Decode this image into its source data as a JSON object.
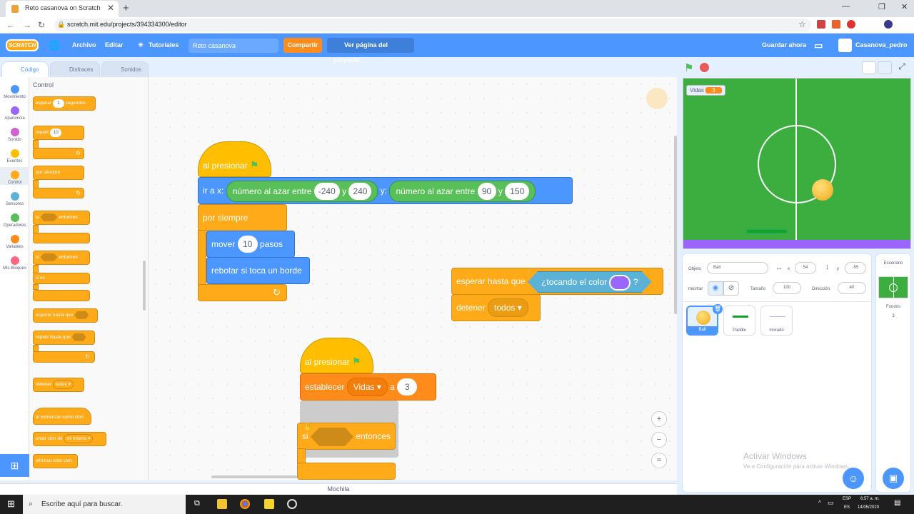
{
  "browser": {
    "tab_title": "Reto casanova on Scratch",
    "url": "scratch.mit.edu/projects/394334300/editor"
  },
  "menu": {
    "logo": "SCRATCH",
    "file": "Archivo",
    "edit": "Editar",
    "tutorials": "Tutoriales",
    "project_title": "Reto casanova",
    "share": "Compartir",
    "see_project": "Ver página del proyecto",
    "save_now": "Guardar ahora",
    "username": "Casanova_pedro"
  },
  "tabs": {
    "code": "Código",
    "costumes": "Disfraces",
    "sounds": "Sonidos"
  },
  "categories": [
    {
      "label": "Movimiento",
      "color": "#4c97ff"
    },
    {
      "label": "Apariencia",
      "color": "#9966ff"
    },
    {
      "label": "Sonido",
      "color": "#cf63cf"
    },
    {
      "label": "Eventos",
      "color": "#ffbf00"
    },
    {
      "label": "Control",
      "color": "#ffab19"
    },
    {
      "label": "Sensores",
      "color": "#5cb1d6"
    },
    {
      "label": "Operadores",
      "color": "#59c059"
    },
    {
      "label": "Variables",
      "color": "#ff8c1a"
    },
    {
      "label": "Mis Bloques",
      "color": "#ff6680"
    }
  ],
  "palette": {
    "title": "Control",
    "wait": "esperar",
    "wait_val": "1",
    "wait_unit": "segundos",
    "repeat": "repetir",
    "repeat_val": "10",
    "forever": "por siempre",
    "if_a": "si",
    "then_a": "entonces",
    "if_b": "si",
    "then_b": "entonces",
    "else": "si no",
    "wait_until": "esperar hasta que",
    "repeat_until": "repetir hasta que",
    "stop": "detener",
    "stop_val": "todos ▾",
    "clone_start": "al comenzar como clon",
    "create_clone": "crear clon de",
    "create_clone_val": "mi mismo ▾",
    "delete_clone": "eliminar este clon"
  },
  "script1": {
    "hat": "al presionar",
    "goto": "ir a x:",
    "rand1": "número al azar entre",
    "r1a": "-240",
    "y": "y",
    "r1b": "240",
    "ylabel": "y:",
    "rand2": "número al azar entre",
    "r2a": "90",
    "y2": "y",
    "r2b": "150",
    "forever": "por siempre",
    "move": "mover",
    "move_val": "10",
    "steps": "pasos",
    "bounce": "rebotar si toca un borde"
  },
  "script2": {
    "wait_until": "esperar hasta que",
    "touching": "¿tocando el color",
    "q": "?",
    "stop": "detener",
    "stop_val": "todos"
  },
  "script3": {
    "hat": "al presionar",
    "set": "establecer",
    "var": "Vidas",
    "to": "a",
    "val": "3",
    "if": "si",
    "then": "entonces"
  },
  "workspace": {
    "backpack": "Mochila",
    "zoom_in": "+",
    "zoom_out": "−",
    "zoom_reset": "="
  },
  "stage": {
    "var_label": "Vidas",
    "var_value": "3"
  },
  "sprite_info": {
    "object_label": "Objeto",
    "name": "Ball",
    "x_label": "x",
    "x": "54",
    "y_label": "y",
    "y": "-55",
    "show_label": "mostrar",
    "size_label": "Tamaño",
    "size": "100",
    "dir_label": "Dirección",
    "dir": "40"
  },
  "sprites": [
    {
      "name": "Ball"
    },
    {
      "name": "Paddle"
    },
    {
      "name": "morado"
    }
  ],
  "scene": {
    "title": "Escenario",
    "bg_label": "Fondos",
    "bg_count": "3"
  },
  "watermark": {
    "line1": "Activar Windows",
    "line2": "Ve a Configuración para activar Windows."
  },
  "taskbar": {
    "search": "Escribe aquí para buscar.",
    "lang1": "ESP",
    "lang2": "ES",
    "time": "6:57 a. m.",
    "date": "14/05/2020"
  }
}
